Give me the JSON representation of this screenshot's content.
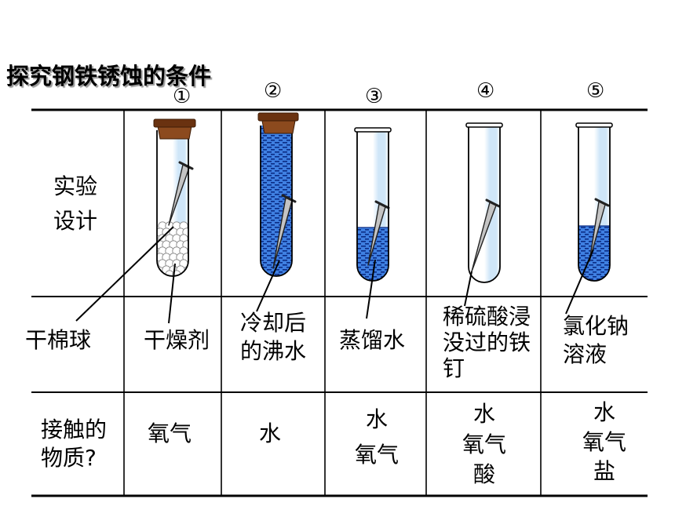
{
  "title": "探究钢铁锈蚀的条件",
  "tube_numbers": [
    "①",
    "②",
    "③",
    "④",
    "⑤"
  ],
  "row_labels": {
    "design": [
      "实验",
      "设计"
    ],
    "contact": [
      "接触的",
      "物质?"
    ]
  },
  "setup_labels": {
    "cotton": "干棉球",
    "tube1": "干燥剂",
    "tube2": [
      "冷却后",
      "的沸水"
    ],
    "tube3": "蒸馏水",
    "tube4": [
      "稀硫酸浸",
      "没过的铁",
      "钉"
    ],
    "tube5": [
      "氯化钠",
      "溶液"
    ]
  },
  "contacts": [
    [
      "氧气"
    ],
    [
      "水"
    ],
    [
      "水",
      "氧气"
    ],
    [
      "水",
      "氧气",
      "酸"
    ],
    [
      "水",
      "氧气",
      "盐"
    ]
  ],
  "colors": {
    "line": "#000000",
    "stopper": "#8c4a1e",
    "stopper_rim": "#6a3210",
    "water": "#3f80e2",
    "water_dash": "#0b2c84",
    "glass_tint": "#cfe6f8",
    "nail": "#c4c4c4",
    "cotton": "#ffffff"
  }
}
